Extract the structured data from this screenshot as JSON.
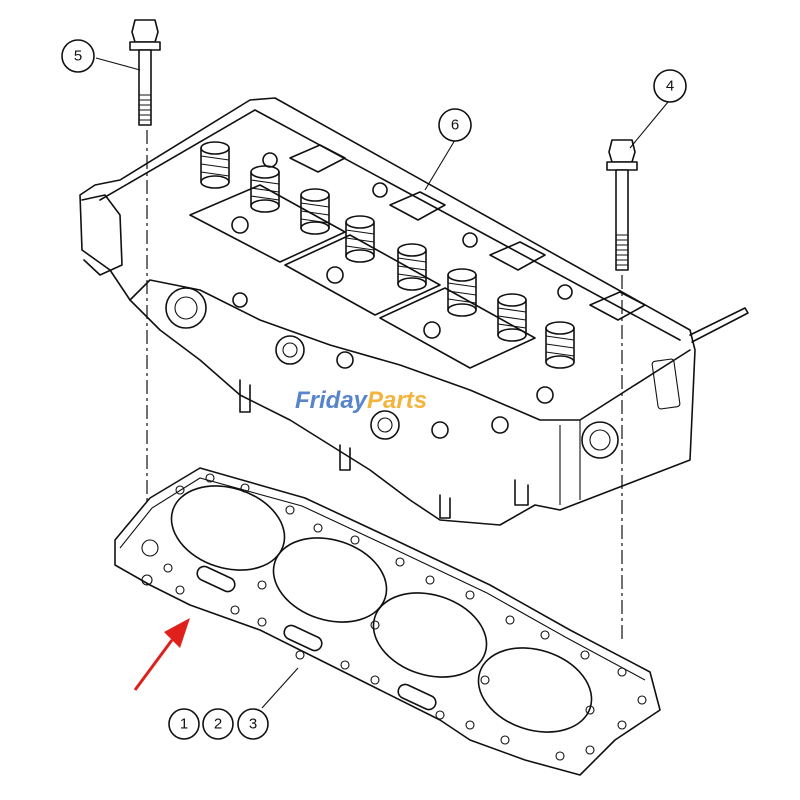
{
  "diagram": {
    "callouts": [
      {
        "id": "c5",
        "label": "5"
      },
      {
        "id": "c4",
        "label": "4"
      },
      {
        "id": "c6",
        "label": "6"
      },
      {
        "id": "c1",
        "label": "1"
      },
      {
        "id": "c2",
        "label": "2"
      },
      {
        "id": "c3",
        "label": "3"
      }
    ],
    "watermark": {
      "part1": "Friday",
      "part2": "Parts",
      "color1": "#3b6fc4",
      "color2": "#f2a81d"
    },
    "arrow_color": "#e0201b",
    "line_color": "#111111"
  }
}
